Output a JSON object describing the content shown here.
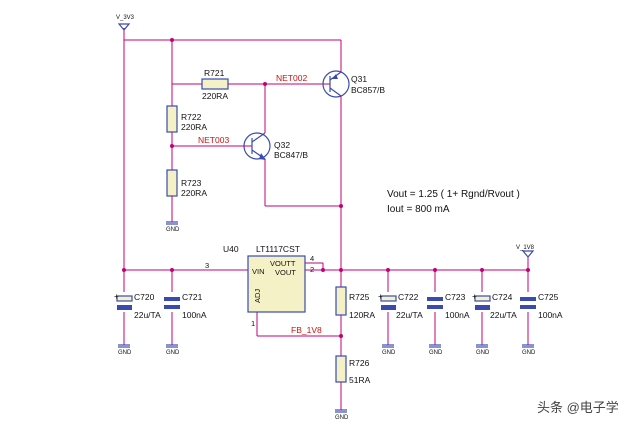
{
  "power": {
    "v33": "V_3V3",
    "v18": "V_1V8"
  },
  "nets": {
    "net002": "NET002",
    "net003": "NET003",
    "fb": "FB_1V8"
  },
  "regulator": {
    "ref": "U40",
    "value": "LT1117CST",
    "pin_vin": "VIN",
    "pin_voutt": "VOUTT",
    "pin_vout": "VOUT",
    "pin_adj": "ADJ",
    "pin3": "3",
    "pin4": "4",
    "pin2": "2",
    "pin1": "1"
  },
  "transistors": [
    {
      "ref": "Q31",
      "value": "BC857/B"
    },
    {
      "ref": "Q32",
      "value": "BC847/B"
    }
  ],
  "resistors": [
    {
      "ref": "R721",
      "value": "220RA"
    },
    {
      "ref": "R722",
      "value": "220RA"
    },
    {
      "ref": "R723",
      "value": "220RA"
    },
    {
      "ref": "R725",
      "value": "120RA"
    },
    {
      "ref": "R726",
      "value": "51RA"
    }
  ],
  "capacitors": [
    {
      "ref": "C720",
      "value": "22u/TA"
    },
    {
      "ref": "C721",
      "value": "100nA"
    },
    {
      "ref": "C722",
      "value": "22u/TA"
    },
    {
      "ref": "C723",
      "value": "100nA"
    },
    {
      "ref": "C724",
      "value": "22u/TA"
    },
    {
      "ref": "C725",
      "value": "100nA"
    }
  ],
  "gnd_label": "GND",
  "plus": "+",
  "formula": {
    "line1": "Vout = 1.25 ( 1+ Rgnd/Rvout )",
    "line2": "Iout = 800 mA"
  },
  "watermark": "头条 @电子学"
}
